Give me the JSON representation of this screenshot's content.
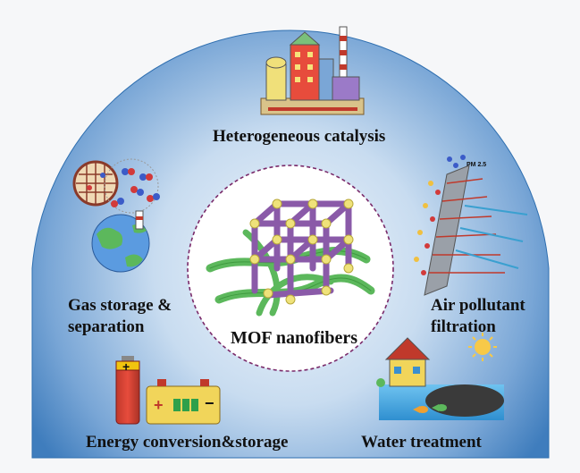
{
  "labels": {
    "catalysis": "Heterogeneous catalysis",
    "gas_line1": "Gas storage &",
    "gas_line2": "separation",
    "air_line1": "Air pollutant",
    "air_line2": "filtration",
    "energy": "Energy conversion&storage",
    "water": "Water treatment",
    "center": "MOF nanofibers",
    "pm": "PM 2.5"
  },
  "battery": {
    "plus": "+",
    "minus": "−"
  },
  "colors": {
    "dome_edge": "#2f6fb0",
    "dome_mid": "#a9c8e8",
    "dome_center": "#eef4fb",
    "center_circle": "#ffffff",
    "dashed_border": "#7a2a6a",
    "mof_frame": "#8a5aa8",
    "mof_node": "#efe27a",
    "fiber": "#5cb85c"
  }
}
